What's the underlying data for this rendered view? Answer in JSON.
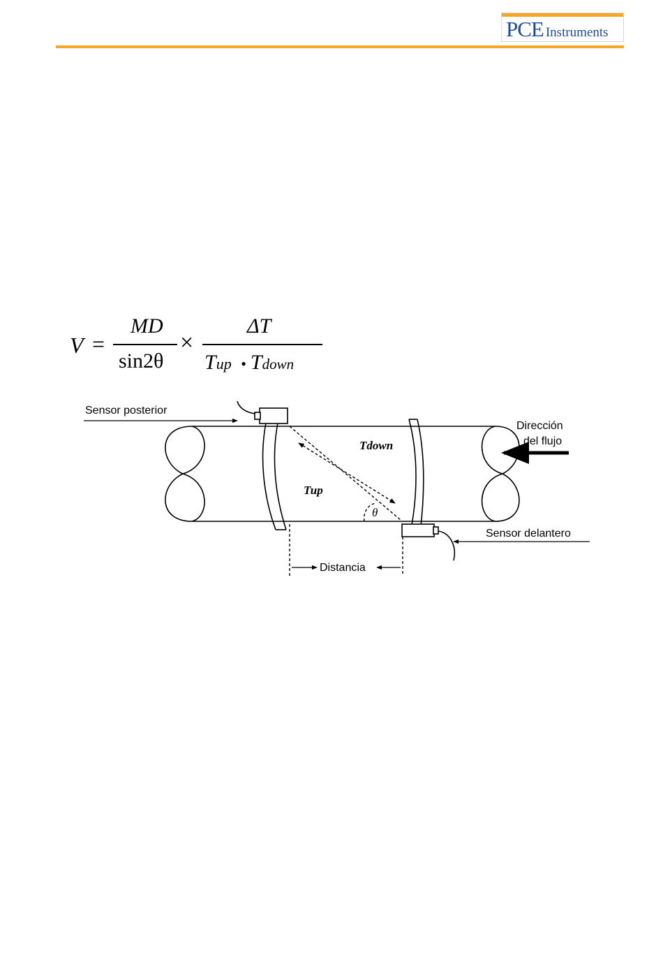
{
  "header": {
    "logo_pce": "PCE",
    "logo_instruments": "Instruments",
    "accent_color": "#f5a623",
    "logo_color": "#1f4b9c"
  },
  "formula": {
    "lhs": "V",
    "equals": "=",
    "numerator_1": "MD",
    "denominator_1": "sin2θ",
    "times": "×",
    "numerator_2": "ΔT",
    "denominator_2_t1": "T",
    "denominator_2_sub1": "up",
    "denominator_2_dot": "•",
    "denominator_2_t2": "T",
    "denominator_2_sub2": "down"
  },
  "diagram": {
    "label_rear_sensor": "Sensor posterior",
    "label_flow_direction_line1": "Dirección",
    "label_flow_direction_line2": "del flujo",
    "label_t_down": "Tdown",
    "label_t_up": "Tup",
    "label_theta": "θ",
    "label_front_sensor": "Sensor delantero",
    "label_distance": "Distancia"
  }
}
